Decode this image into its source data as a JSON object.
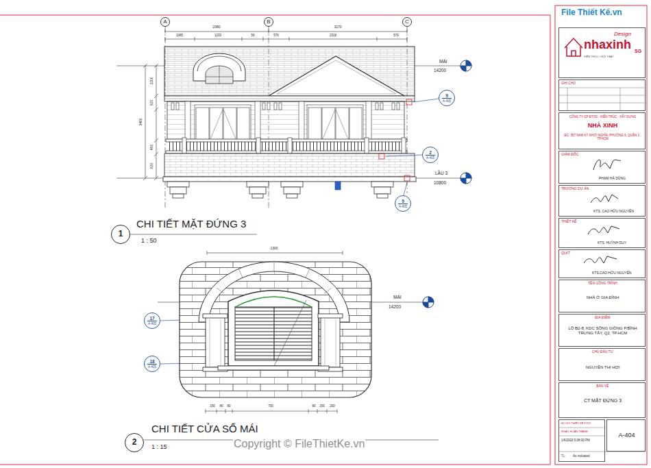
{
  "diagram": {
    "nodes": [
      {
        "text": [
          "A"
        ]
      },
      {
        "text": [
          "B"
        ]
      },
      {
        "text": [
          "C"
        ]
      },
      {
        "text": [
          "9",
          "A-405"
        ]
      },
      {
        "text": [
          "2",
          "A-405"
        ]
      },
      {
        "text": [
          "9",
          "A-405"
        ]
      },
      {
        "text": [
          "1"
        ]
      },
      {
        "text": [
          "17",
          "A-405"
        ]
      },
      {
        "text": [
          "18",
          "A-405"
        ]
      },
      {
        "text": [
          "2"
        ]
      },
      {
        "text": [
          "Design",
          "nhaxinh",
          "SG",
          "KIẾN TRÚC • NỘI THẤT"
        ]
      },
      {
        "text": [
          "GHI CHÚ"
        ]
      },
      {
        "text": [
          "CÔNG TY CP ĐTXD - KIẾN TRÚC - XÂY DỰNG",
          "NHÀ XINH",
          "ĐC: 357 NAM KỲ KHỞI NGHĨA, PHƯỜNG 6, QUẬN 3 , TP.HCM"
        ]
      },
      {
        "text": [
          "GIÁM ĐỐC",
          "PHẠM HÀ DŨNG"
        ]
      },
      {
        "text": [
          "TRƯỞNG DỰ ÁN",
          "KTS. CAO HỮU NGUYÊN"
        ]
      },
      {
        "text": [
          "THIẾT KẾ",
          "KTS. HUỲNH DUY"
        ]
      },
      {
        "text": [
          "QLKT",
          "KTS.CAO HỮU NGUYÊN"
        ]
      },
      {
        "text": [
          "TÊN CÔNG TRÌNH",
          "NHÀ Ở GIA ĐÌNH"
        ]
      },
      {
        "text": [
          "ĐỊA ĐIỂM",
          "LÔ B2-8, KDC SÔNG GIỒNG P.BÌNH TRƯNG TÂY, Q2, TP.HCM"
        ]
      },
      {
        "text": [
          "CHỦ ĐẦU TƯ",
          "NGUYỄN THỊ HỢI"
        ]
      },
      {
        "text": [
          "BẢN VẼ",
          "CT MẶT ĐỨNG 3"
        ]
      },
      {
        "text": [
          "HỒ SƠ THIẾT KẾ KTKT",
          "NGÀY HOÀN THÀNH",
          "1/6/2020 5:08:00 PM",
          "TL:",
          "As indicated"
        ]
      },
      {
        "text": [
          "A-404"
        ]
      }
    ],
    "labels": [
      "2380",
      "3170",
      "1085",
      "1233",
      "56",
      "570",
      "2318",
      "570",
      "3400",
      "2200",
      "520",
      "450",
      "520",
      "MÁI",
      "14200",
      "LẦU 3",
      "10800",
      "CHI TIẾT MẶT ĐỨNG 3",
      "1 : 50",
      "1300",
      "MÁI",
      "14200",
      "150",
      "80",
      "80",
      "700",
      "80",
      "150",
      "200",
      "CHI TIẾT CỬA SỔ MÁI",
      "1 : 15",
      "File Thiết Kế.vn",
      "Copyright © FileThietKe.vn"
    ]
  }
}
